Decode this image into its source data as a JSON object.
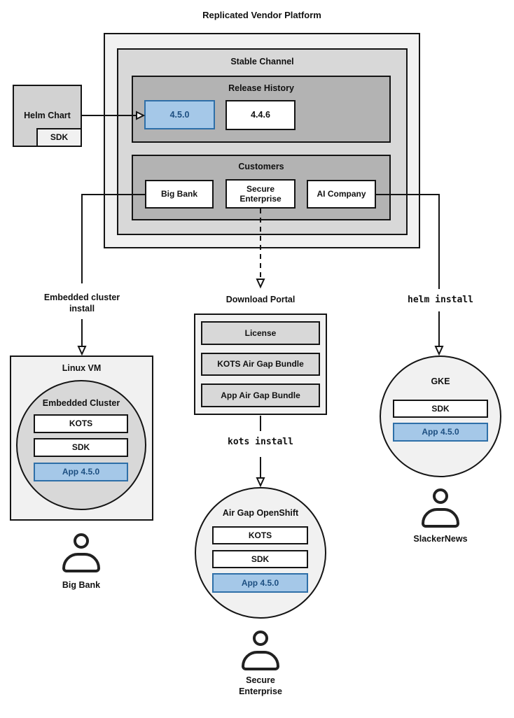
{
  "title": "Replicated Vendor Platform",
  "colors": {
    "highlight_fill": "#a5c8e8",
    "highlight_border": "#2e6fa8",
    "highlight_text": "#1d4f81",
    "box_border": "#141414",
    "gray_light": "#f1f1f1",
    "gray_mid": "#d8d8d8",
    "gray_dark": "#b3b3b3"
  },
  "stable_channel": {
    "label": "Stable Channel",
    "release_history": {
      "label": "Release History",
      "releases": [
        "4.5.0",
        "4.4.6"
      ]
    },
    "customers": {
      "label": "Customers",
      "items": [
        "Big Bank",
        "Secure Enterprise",
        "AI Company"
      ]
    }
  },
  "helm_chart": {
    "label": "Helm Chart",
    "sdk": "SDK"
  },
  "download_portal": {
    "label": "Download Portal",
    "items": [
      "License",
      "KOTS Air Gap Bundle",
      "App Air Gap Bundle"
    ]
  },
  "install_labels": {
    "embedded": "Embedded cluster install",
    "kots": "kots install",
    "helm": "helm install"
  },
  "linux_vm": {
    "label": "Linux VM",
    "embedded_cluster": {
      "label": "Embedded Cluster",
      "components": [
        "KOTS",
        "SDK"
      ],
      "app": "App 4.5.0"
    },
    "user": "Big Bank"
  },
  "air_gap_openshift": {
    "label": "Air Gap OpenShift",
    "components": [
      "KOTS",
      "SDK"
    ],
    "app": "App 4.5.0",
    "user": "Secure Enterprise"
  },
  "gke": {
    "label": "GKE",
    "components": [
      "SDK"
    ],
    "app": "App 4.5.0",
    "user": "SlackerNews"
  }
}
